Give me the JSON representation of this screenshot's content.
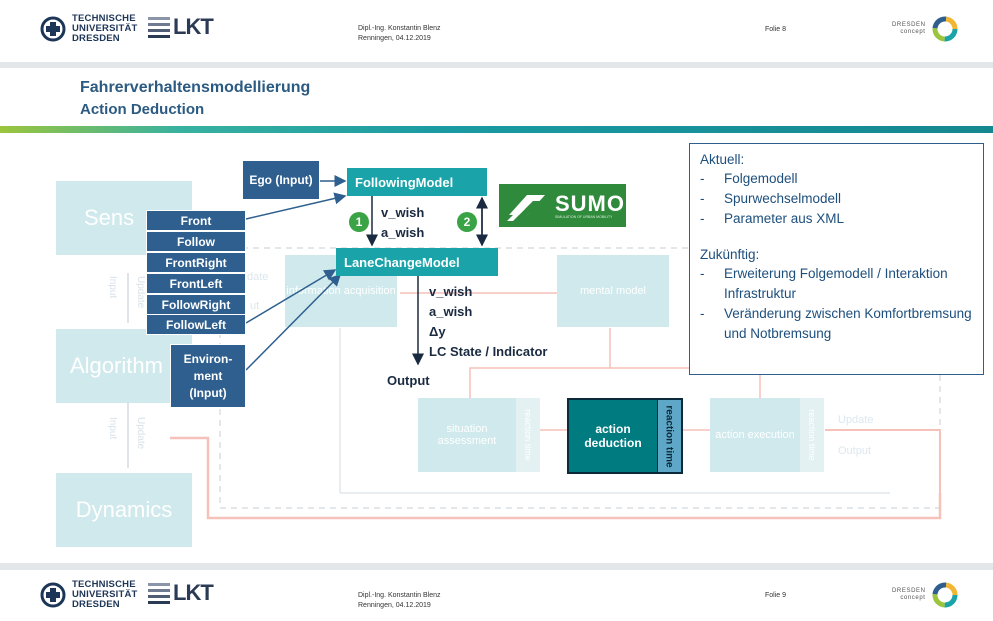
{
  "header": {
    "tud_lines": [
      "TECHNISCHE",
      "UNIVERSITÄT",
      "DRESDEN"
    ],
    "lkt": "LKT",
    "author": "Dipl.-Ing. Konstantin Blenz",
    "place_date": "Renningen, 04.12.2019",
    "slide": "Folie 8",
    "dd_lines": [
      "DRESDEN",
      "concept"
    ]
  },
  "footer": {
    "tud_lines": [
      "TECHNISCHE",
      "UNIVERSITÄT",
      "DRESDEN"
    ],
    "lkt": "LKT",
    "author": "Dipl.-Ing. Konstantin Blenz",
    "place_date": "Renningen, 04.12.2019",
    "slide": "Folie 9",
    "dd_lines": [
      "DRESDEN",
      "concept"
    ]
  },
  "title": {
    "main": "Fahrerverhaltensmodellierung",
    "sub": "Action Deduction"
  },
  "background": {
    "sens": "Sens",
    "algorithm": "Algorithm",
    "dynamics": "Dynamics",
    "input1": "Input",
    "update1": "Update",
    "input2": "Input",
    "update2": "Update",
    "info_acq": "information acquisition",
    "update_l": "date",
    "output_l": "ut",
    "mental_model": "mental model",
    "situation_assessment": "situation assessment",
    "reaction_time1": "reaction time",
    "action_deduction": "action deduction",
    "reaction_time2": "reaction time",
    "action_execution": "action execution",
    "reaction_time3": "reaction time",
    "update_r": "Update",
    "output_r": "Output"
  },
  "diagram": {
    "ego": "Ego (Input)",
    "following_model": "FollowingModel",
    "lane_change_model": "LaneChangeModel",
    "sumo": "SUMO",
    "sumo_sub": "SIMULATION OF URBAN MOBILITY",
    "circle1": "1",
    "circle2": "2",
    "fm_out": [
      "v_wish",
      "a_wish"
    ],
    "lcm_out": [
      "v_wish",
      "a_wish",
      "Δy",
      "LC State / Indicator"
    ],
    "output": "Output",
    "inputs": [
      "Front",
      "Follow",
      "FrontRight",
      "FrontLeft",
      "FollowRight",
      "FollowLeft"
    ],
    "environment": [
      "Environ-",
      "ment",
      "(Input)"
    ]
  },
  "info": {
    "aktuell_title": "Aktuell:",
    "aktuell": [
      "Folgemodell",
      "Spurwechselmodell",
      "Parameter aus XML"
    ],
    "zukunft_title": "Zukünftig:",
    "zukunft": [
      "Erweiterung Folgemodell / Interaktion Infrastruktur",
      "Veränderung zwischen Komfortbremsung und Notbremsung"
    ],
    "dash": "-"
  },
  "colors": {
    "navy": "#2e5f8e",
    "teal": "#1aa3a9",
    "dark_teal": "#007b80",
    "green": "#3aa345",
    "title": "#2b5a82"
  }
}
